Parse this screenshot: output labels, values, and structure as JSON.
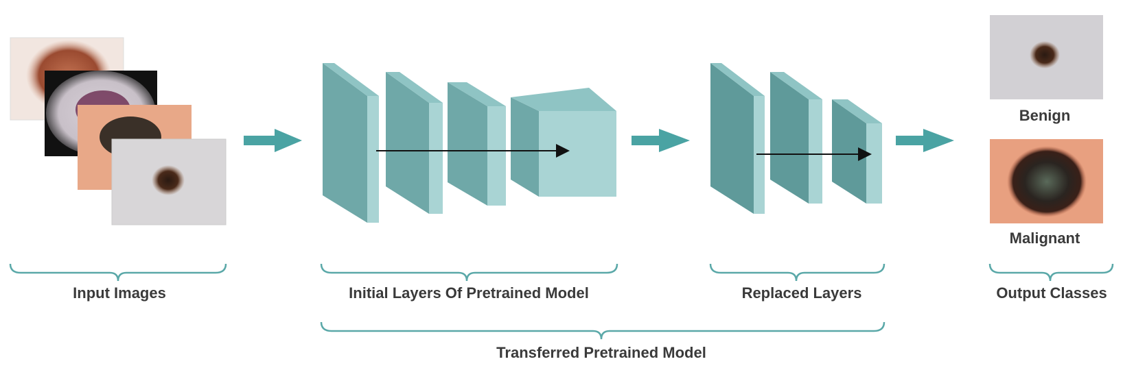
{
  "labels": {
    "input_images": "Input Images",
    "initial_layers": "Initial Layers Of Pretrained Model",
    "replaced_layers": "Replaced Layers",
    "output_classes": "Output Classes",
    "transferred_model": "Transferred Pretrained Model"
  },
  "output_classes": {
    "benign": "Benign",
    "malignant": "Malignant"
  },
  "colors": {
    "teal_arrow": "#4aa3a3",
    "layer_front": "#8fc4c4",
    "layer_side": "#6fa8a8",
    "layer_top": "#a9d4d4",
    "bracket": "#5aa8a8",
    "text": "#3a3a3a"
  }
}
